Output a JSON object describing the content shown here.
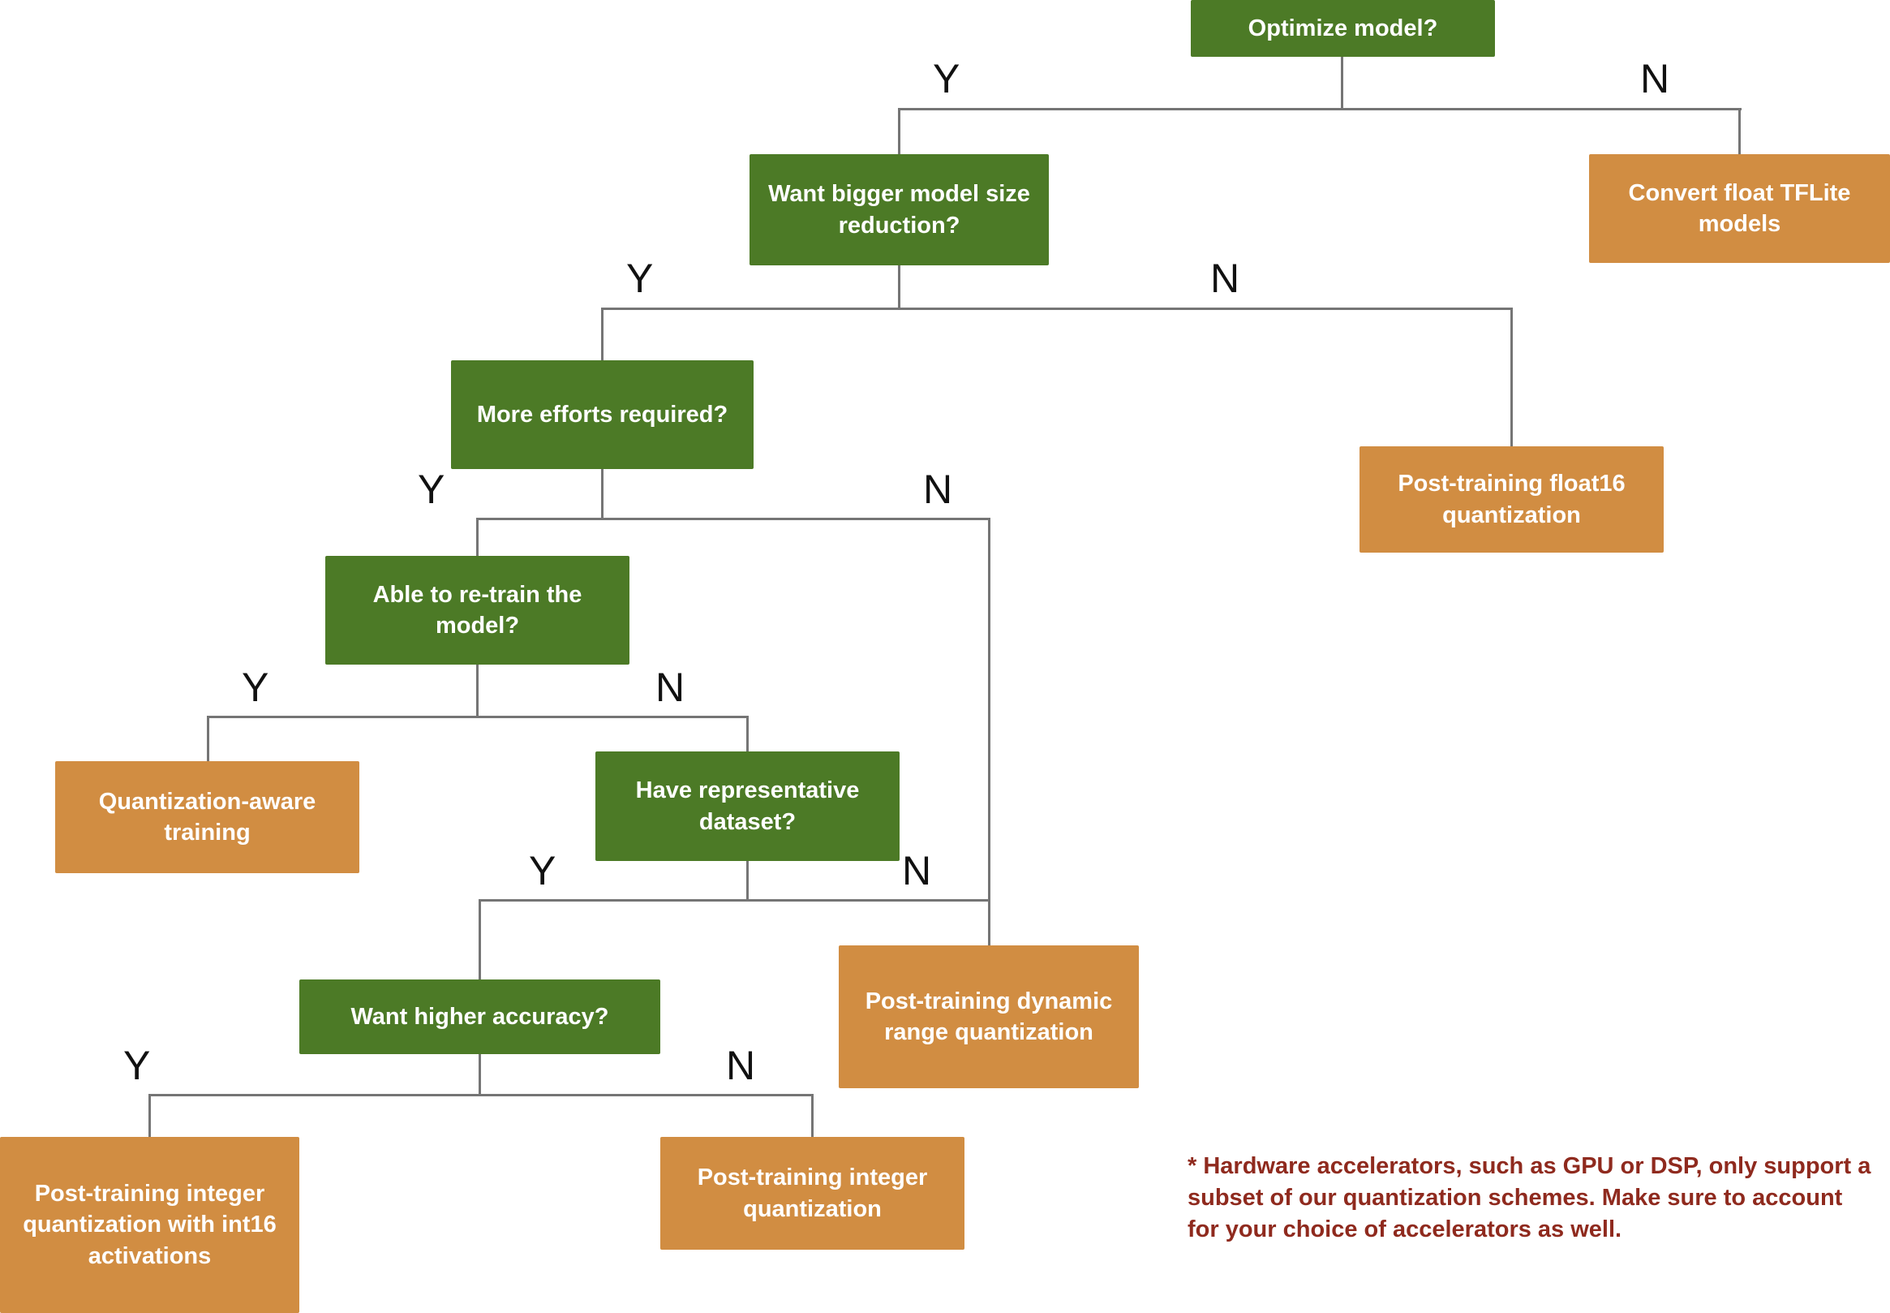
{
  "branch_labels": {
    "yes": "Y",
    "no": "N"
  },
  "nodes": {
    "optimize": {
      "label": "Optimize model?",
      "type": "decision"
    },
    "want_bigger": {
      "label": "Want bigger model size reduction?",
      "type": "decision"
    },
    "convert_float": {
      "label": "Convert float TFLite models",
      "type": "outcome"
    },
    "more_efforts": {
      "label": "More efforts required?",
      "type": "decision"
    },
    "float16": {
      "label": "Post-training float16 quantization",
      "type": "outcome"
    },
    "retrain": {
      "label": "Able to re-train the model?",
      "type": "decision"
    },
    "qat": {
      "label": "Quantization-aware training",
      "type": "outcome"
    },
    "dataset": {
      "label": "Have representative dataset?",
      "type": "decision"
    },
    "accuracy": {
      "label": "Want higher accuracy?",
      "type": "decision"
    },
    "dynamic_range": {
      "label": "Post-training dynamic range quantization",
      "type": "outcome"
    },
    "int16": {
      "label": "Post-training integer quantization with int16 activations",
      "type": "outcome"
    },
    "integer": {
      "label": "Post-training integer quantization",
      "type": "outcome"
    }
  },
  "edges": [
    {
      "from": "optimize",
      "label": "Y",
      "to": "want_bigger"
    },
    {
      "from": "optimize",
      "label": "N",
      "to": "convert_float"
    },
    {
      "from": "want_bigger",
      "label": "Y",
      "to": "more_efforts"
    },
    {
      "from": "want_bigger",
      "label": "N",
      "to": "float16"
    },
    {
      "from": "more_efforts",
      "label": "Y",
      "to": "retrain"
    },
    {
      "from": "more_efforts",
      "label": "N",
      "to": "dynamic_range"
    },
    {
      "from": "retrain",
      "label": "Y",
      "to": "qat"
    },
    {
      "from": "retrain",
      "label": "N",
      "to": "dataset"
    },
    {
      "from": "dataset",
      "label": "Y",
      "to": "accuracy"
    },
    {
      "from": "dataset",
      "label": "N",
      "to": "dynamic_range"
    },
    {
      "from": "accuracy",
      "label": "Y",
      "to": "int16"
    },
    {
      "from": "accuracy",
      "label": "N",
      "to": "integer"
    }
  ],
  "footnote": "* Hardware accelerators, such as GPU or DSP, only support a subset of our quantization schemes. Make sure to account for your choice of accelerators as well.",
  "colors": {
    "decision_green": "#4c7a26",
    "outcome_orange": "#d18d42",
    "line_gray": "#757575",
    "footnote_red": "#8f2a1e"
  }
}
